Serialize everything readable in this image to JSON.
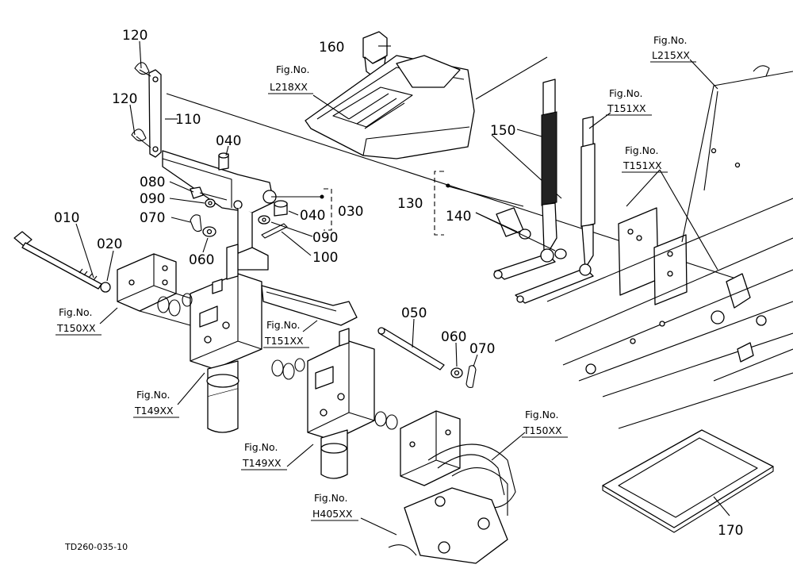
{
  "part_numbers": {
    "p010": "010",
    "p020": "020",
    "p030": "030",
    "p040a": "040",
    "p040b": "040",
    "p050": "050",
    "p060a": "060",
    "p060b": "060",
    "p070a": "070",
    "p070b": "070",
    "p080": "080",
    "p090a": "090",
    "p090b": "090",
    "p100": "100",
    "p110": "110",
    "p120a": "120",
    "p120b": "120",
    "p130": "130",
    "p140": "140",
    "p150": "150",
    "p160": "160",
    "p170": "170"
  },
  "fig_refs": {
    "label": "Fig.No.",
    "L218XX": "L218XX",
    "L215XX": "L215XX",
    "T151XX_a": "T151XX",
    "T151XX_b": "T151XX",
    "T151XX_c": "T151XX",
    "T150XX_a": "T150XX",
    "T150XX_b": "T150XX",
    "T149XX_a": "T149XX",
    "T149XX_b": "T149XX",
    "H405XX": "H405XX"
  },
  "drawing_code": "TD260-035-10"
}
